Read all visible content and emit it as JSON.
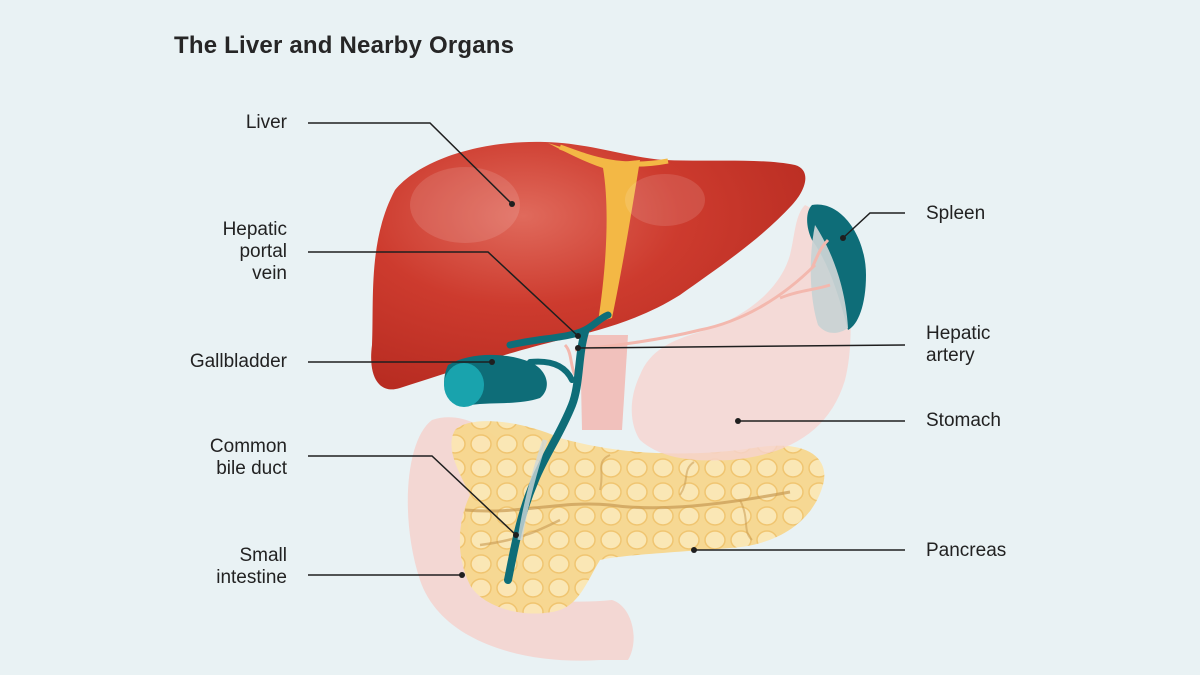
{
  "title": "The Liver and Nearby Organs",
  "labels": {
    "liver": [
      "Liver"
    ],
    "portal_vein": [
      "Hepatic",
      "portal",
      "vein"
    ],
    "gallbladder": [
      "Gallbladder"
    ],
    "bile_duct": [
      "Common",
      "bile duct"
    ],
    "small_intestine": [
      "Small",
      "intestine"
    ],
    "spleen": [
      "Spleen"
    ],
    "hepatic_artery": [
      "Hepatic",
      "artery"
    ],
    "stomach": [
      "Stomach"
    ],
    "pancreas": [
      "Pancreas"
    ]
  },
  "colors": {
    "background": "#e9f2f4",
    "liver": "#c9372c",
    "gallbladder": "#0e6d78",
    "spleen": "#0e6d78",
    "stomach": "#f6d3d0",
    "pancreas": "#f7d487",
    "artery": "#f3b8ae"
  }
}
